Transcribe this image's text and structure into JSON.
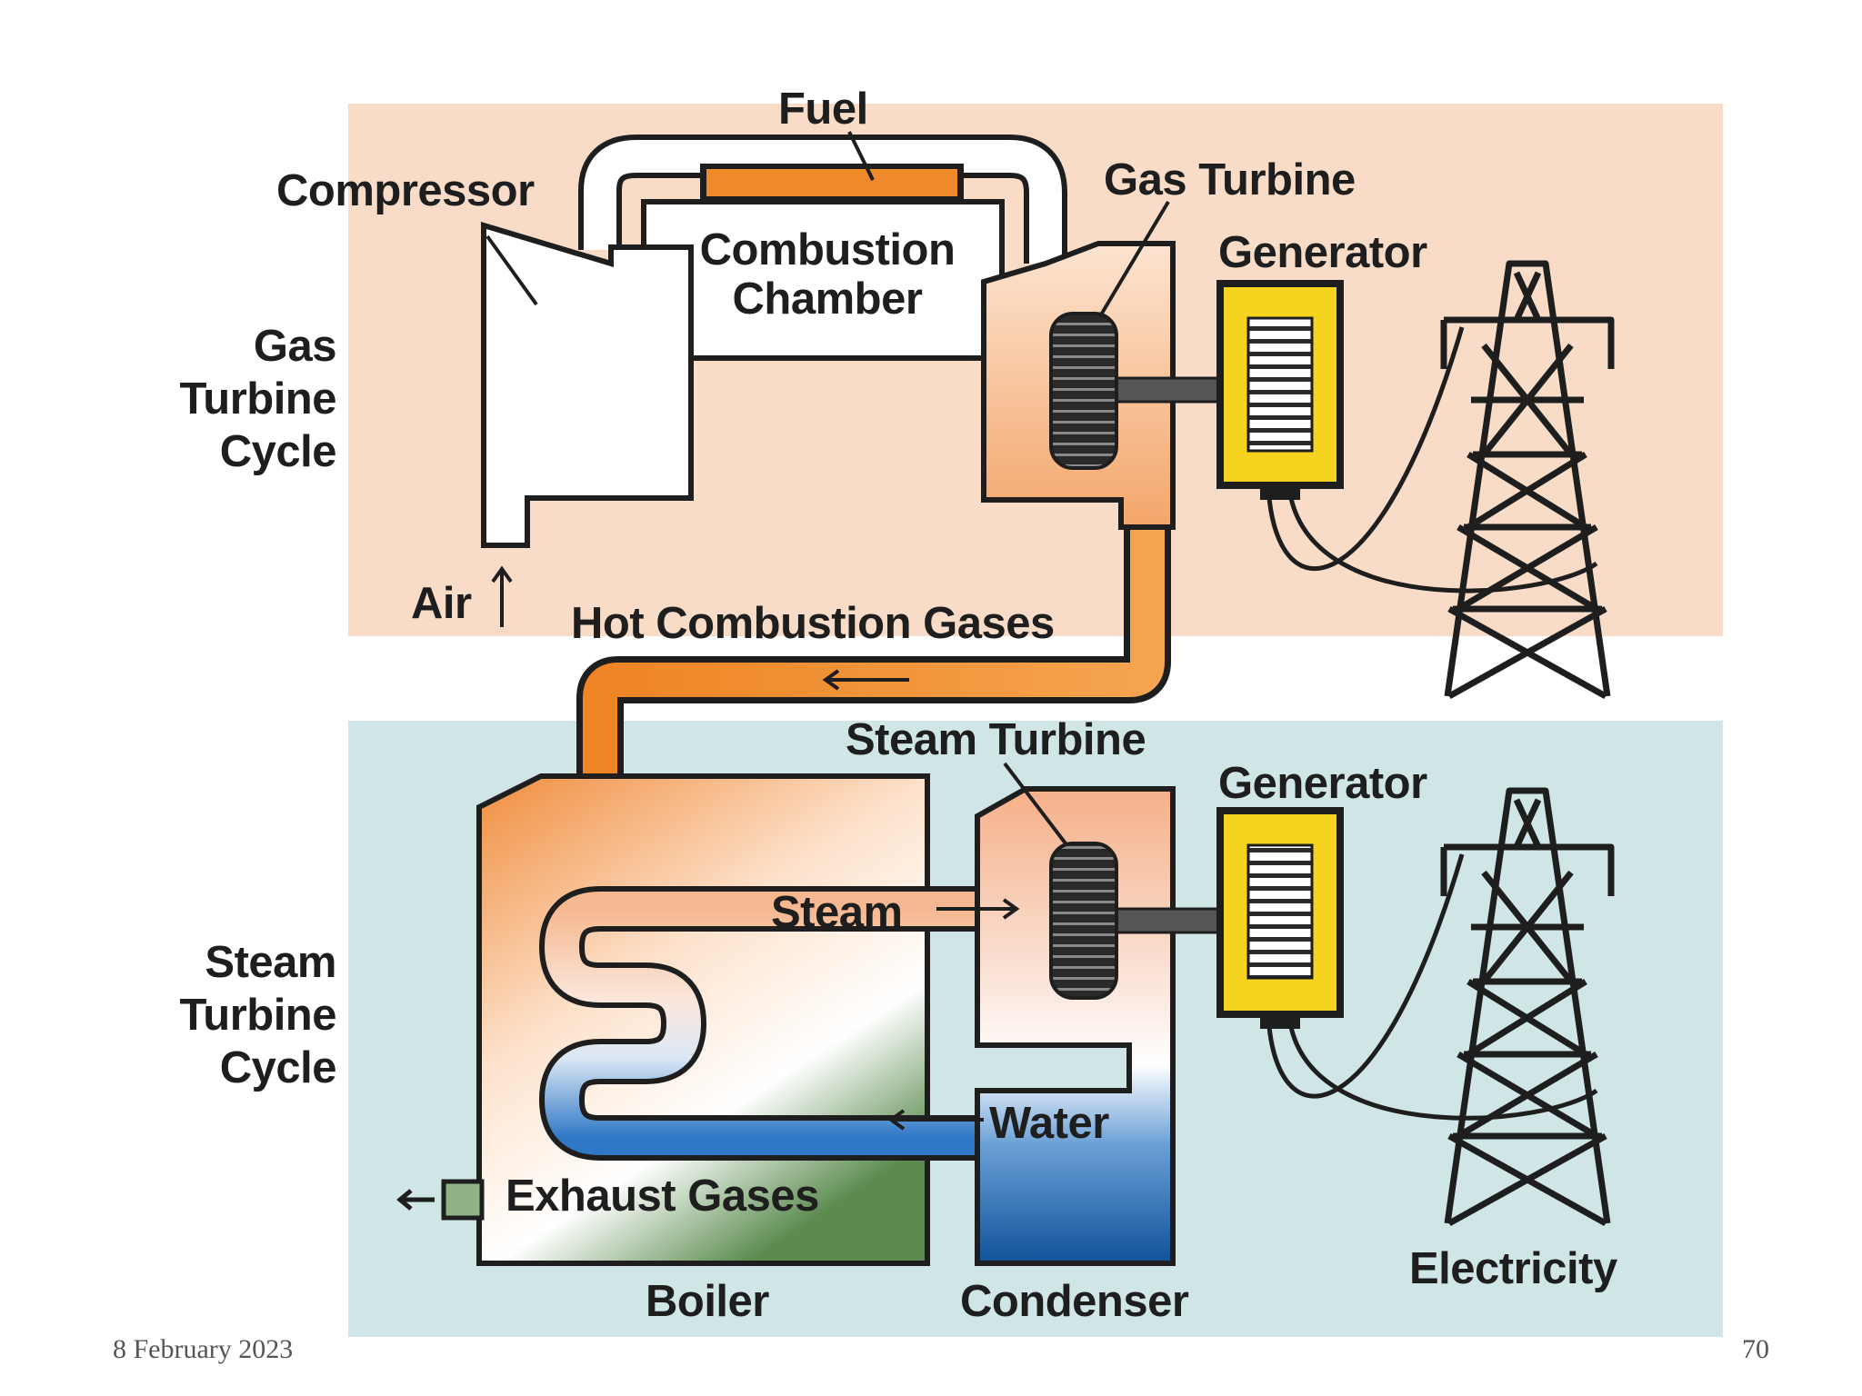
{
  "labels": {
    "fuel": "Fuel",
    "compressor": "Compressor",
    "combustion_chamber_line1": "Combustion",
    "combustion_chamber_line2": "Chamber",
    "gas_turbine": "Gas Turbine",
    "generator_top": "Generator",
    "gas_cycle_line1": "Gas",
    "gas_cycle_line2": "Turbine",
    "gas_cycle_line3": "Cycle",
    "air": "Air",
    "hot_gases": "Hot Combustion Gases",
    "steam_turbine": "Steam Turbine",
    "generator_bottom": "Generator",
    "steam": "Steam",
    "steam_cycle_line1": "Steam",
    "steam_cycle_line2": "Turbine",
    "steam_cycle_line3": "Cycle",
    "water": "Water",
    "exhaust": "Exhaust Gases",
    "boiler": "Boiler",
    "condenser": "Condenser",
    "electricity": "Electricity"
  },
  "footer": {
    "date": "8 February 2023",
    "page_number": "70"
  },
  "colors": {
    "gas_cycle_bg": "#f8dcc7",
    "steam_cycle_bg": "#cfe5e6",
    "hot_gas_orange": "#ef8a2a",
    "generator_yellow": "#f5d31e",
    "water_blue": "#1f66ae",
    "outline": "#1e1e1e"
  },
  "icons": {
    "gas_turbine_rotor": "turbine-rotor-icon",
    "steam_turbine_rotor": "turbine-rotor-icon",
    "transmission_tower": "transmission-tower-icon"
  }
}
